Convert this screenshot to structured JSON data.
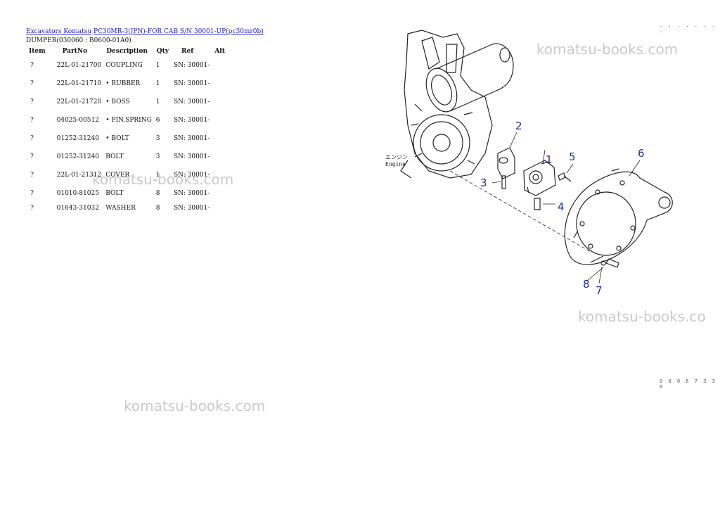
{
  "breadcrumb": {
    "link1": "Excavators Komatsu",
    "link2": "PC30MR-3(JPN)-FOR CAB S/N 30001-UP(pc30mr0b)"
  },
  "subtitle": "DUMPER(030060 : B0600-01A0)",
  "table": {
    "headers": [
      "Item",
      "PartNo",
      "Description",
      "Qty",
      "Ref",
      "Alt"
    ],
    "rows": [
      {
        "item": "?",
        "partno": "22L-01-21700",
        "desc": "COUPLING",
        "qty": "1",
        "ref": "SN: 30001-"
      },
      {
        "item": "?",
        "partno": "22L-01-21710",
        "desc": "• RUBBER",
        "qty": "1",
        "ref": "SN: 30001-"
      },
      {
        "item": "?",
        "partno": "22L-01-21720",
        "desc": "• BOSS",
        "qty": "1",
        "ref": "SN: 30001-"
      },
      {
        "item": "?",
        "partno": "04025-00512",
        "desc": "• PIN,SPRING",
        "qty": "6",
        "ref": "SN: 30001-"
      },
      {
        "item": "?",
        "partno": "01252-31240",
        "desc": "• BOLT",
        "qty": "3",
        "ref": "SN: 30001-"
      },
      {
        "item": "?",
        "partno": "01252-31240",
        "desc": "BOLT",
        "qty": "3",
        "ref": "SN: 30001-"
      },
      {
        "item": "?",
        "partno": "22L-01-21312",
        "desc": "COVER",
        "qty": "1",
        "ref": "SN: 30001-"
      },
      {
        "item": "?",
        "partno": "01010-81025",
        "desc": "BOLT",
        "qty": "8",
        "ref": "SN: 30001-"
      },
      {
        "item": "?",
        "partno": "01643-31032",
        "desc": "WASHER",
        "qty": "8",
        "ref": "SN: 30001-"
      }
    ]
  },
  "watermarks": [
    "komatsu-books.com",
    "komatsu-books.com",
    "komatsu-books.co",
    "komatsu-books.com"
  ],
  "diagram": {
    "engine_label_jp": "エンジン",
    "engine_label_en": "Engine",
    "callouts": [
      "1",
      "2",
      "3",
      "4",
      "5",
      "6",
      "7",
      "8"
    ],
    "top_dots": "· · · · · · · ·",
    "drawing_code": "0 0 0 6 7 3 3 0"
  }
}
